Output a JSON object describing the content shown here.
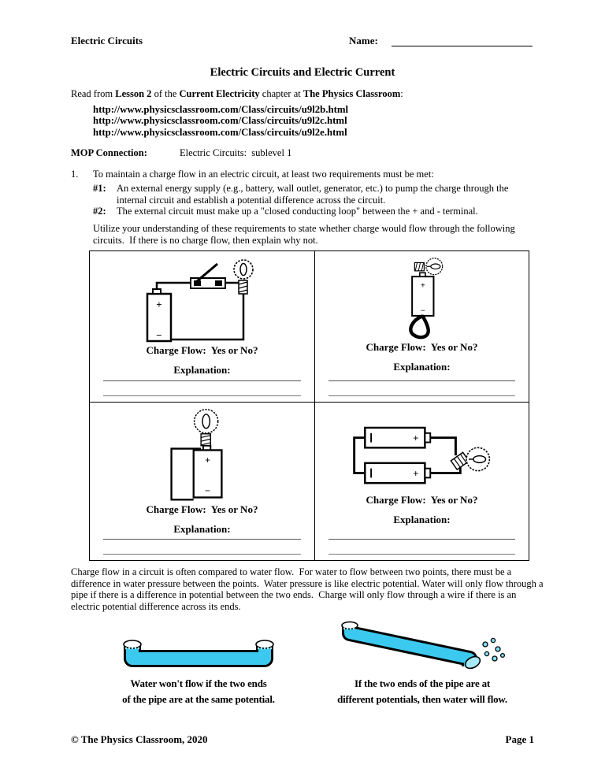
{
  "header": {
    "doc_label": "Electric Circuits",
    "name_label": "Name:"
  },
  "title": "Electric Circuits and Electric Current",
  "intro": {
    "read_prefix": "Read from ",
    "lesson": "Lesson 2",
    "mid1": " of the ",
    "chapter": "Current Electricity",
    "mid2": " chapter at ",
    "site": "The Physics Classroom",
    "suffix": ":",
    "urls": [
      "http://www.physicsclassroom.com/Class/circuits/u9l2b.html",
      "http://www.physicsclassroom.com/Class/circuits/u9l2c.html",
      "http://www.physicsclassroom.com/Class/circuits/u9l2e.html"
    ],
    "mop_label": "MOP Connection:",
    "mop_value": "Electric Circuits:  sublevel 1"
  },
  "question1": {
    "number": "1.",
    "text": "To maintain a charge flow in an electric circuit, at least two requirements must be met:",
    "req1_label": "#1:",
    "req1_text": "An external energy supply (e.g., battery, wall outlet, generator, etc.) to pump the charge through the internal circuit and establish a potential difference across the circuit.",
    "req2_label": "#2:",
    "req2_text": "The external circuit must make up a \"closed conducting loop\" between the + and - terminal.",
    "instructions": "Utilize your understanding of these requirements to state whether charge would flow through the following circuits.  If there is no charge flow, then explain why not."
  },
  "table": {
    "charge_flow_label": "Charge Flow:  Yes or No?",
    "explanation_label": "Explanation:",
    "cells": [
      {
        "circuit": "battery connected through an open knife switch to a light bulb"
      },
      {
        "circuit": "battery with bulb resting on + terminal and unconnected wire loop at - terminal"
      },
      {
        "circuit": "battery with bulb on + terminal and wire from bulb base to - terminal"
      },
      {
        "circuit": "two batteries joined at left ends with both + ends wired to a light bulb"
      }
    ]
  },
  "water": {
    "paragraph": "Charge flow in a circuit is often compared to water flow.  For water to flow between two points, there must be a difference in water pressure between the points.  Water pressure is like electric potential. Water will only flow through a pipe if there is a difference in potential between the two ends.  Charge will only flow through a wire if there is an electric potential difference across its ends.",
    "left_caption_1": "Water won't flow if the two ends",
    "left_caption_2": "of the pipe are at the same potential.",
    "right_caption_1": "If the two ends of the pipe are at",
    "right_caption_2": "different potentials, then water will flow.",
    "water_color": "#3CC9EF",
    "opening_color": "#A8E9F8"
  },
  "symbols": {
    "plus": "+",
    "minus": "−"
  },
  "footer": {
    "copyright": "© The Physics Classroom, 2020",
    "page": "Page 1"
  }
}
